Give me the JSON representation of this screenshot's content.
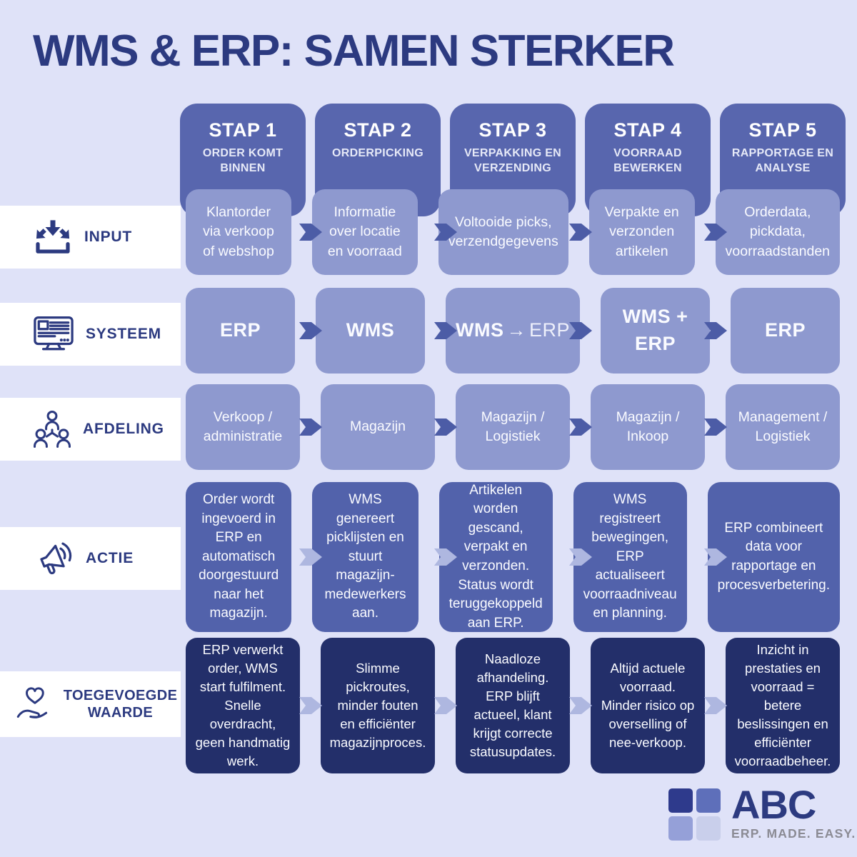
{
  "page": {
    "title": "WMS & ERP: SAMEN STERKER"
  },
  "colors": {
    "bg": "#dfe2f8",
    "navy": "#2c3a80",
    "step": "#5866ae",
    "lightbox": "#8e99cf",
    "actie": "#5262ab",
    "darkbox": "#232f6a",
    "band": "#ffffff",
    "arrowdark": "#4c5ca6",
    "arrowlight": "#aeb7e0",
    "sq1": "#2e3a8c",
    "sq2": "#5e6fba",
    "sq3": "#95a0d8",
    "sq4": "#c9cfeb",
    "gray": "#8b8b94"
  },
  "steps": [
    {
      "title": "STAP 1",
      "subtitle": "ORDER KOMT BINNEN"
    },
    {
      "title": "STAP 2",
      "subtitle": "ORDERPICKING"
    },
    {
      "title": "STAP 3",
      "subtitle": "VERPAKKING EN VERZENDING"
    },
    {
      "title": "STAP 4",
      "subtitle": "VOORRAAD BEWERKEN"
    },
    {
      "title": "STAP 5",
      "subtitle": "RAPPORTAGE EN ANALYSE"
    }
  ],
  "rows": {
    "input": {
      "label": "INPUT",
      "icon": "inbox-arrows-icon",
      "cells": [
        "Klantorder via verkoop of webshop",
        "Informatie over locatie en voorraad",
        "Voltooide picks, verzendgegevens",
        "Verpakte en verzonden artikelen",
        "Orderdata, pickdata, voorraadstanden"
      ]
    },
    "systeem": {
      "label": "SYSTEEM",
      "icon": "monitor-icon",
      "cells": [
        {
          "strong": "ERP",
          "arrow": "",
          "light": ""
        },
        {
          "strong": "WMS",
          "arrow": "",
          "light": ""
        },
        {
          "strong": "WMS",
          "arrow": "→",
          "light": "ERP"
        },
        {
          "strong": "WMS + ERP",
          "arrow": "",
          "light": ""
        },
        {
          "strong": "ERP",
          "arrow": "",
          "light": ""
        }
      ]
    },
    "afdeling": {
      "label": "AFDELING",
      "icon": "team-icon",
      "cells": [
        "Verkoop / administratie",
        "Magazijn",
        "Magazijn / Logistiek",
        "Magazijn / Inkoop",
        "Management / Logistiek"
      ]
    },
    "actie": {
      "label": "ACTIE",
      "icon": "megaphone-icon",
      "cells": [
        "Order wordt ingevoerd in ERP en automatisch doorgestuurd naar het magazijn.",
        "WMS genereert picklijsten en stuurt magazijn-medewerkers aan.",
        "Artikelen worden gescand, verpakt en verzonden. Status wordt teruggekoppeld aan ERP.",
        "WMS registreert bewegingen, ERP actualiseert voorraadniveau en planning.",
        "ERP combineert data voor rapportage en procesverbetering."
      ]
    },
    "waarde": {
      "label": "TOEGEVOEGDE WAARDE",
      "icon": "hand-heart-icon",
      "cells": [
        "ERP verwerkt order, WMS start fulfilment. Snelle overdracht, geen handmatig werk.",
        "Slimme pickroutes, minder fouten en efficiënter magazijnproces.",
        "Naadloze afhandeling. ERP blijft actueel, klant krijgt correcte statusupdates.",
        "Altijd actuele voorraad. Minder risico op overselling of nee-verkoop.",
        "Inzicht in prestaties en voorraad = betere beslissingen en efficiënter voorraadbeheer."
      ]
    }
  },
  "logo": {
    "name": "ABC",
    "tagline": "ERP. MADE. EASY."
  }
}
